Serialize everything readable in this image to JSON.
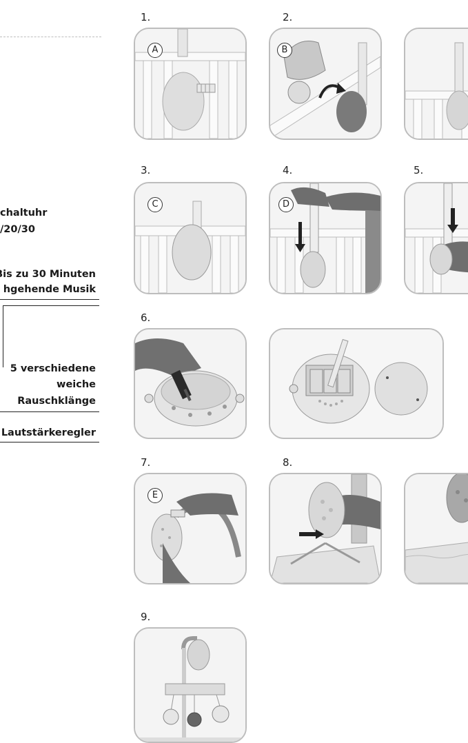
{
  "features": {
    "timer_line1": "chaltuhr",
    "timer_line2": "/20/30",
    "music_line1": "Bis zu 30 Minuten",
    "music_line2": "hgehende Musik",
    "sounds_line1": "5 verschiedene",
    "sounds_line2": "weiche",
    "sounds_line3": "Rauschklänge",
    "volume": "Lautstärkeregler"
  },
  "steps": [
    "1.",
    "2.",
    "3.",
    "4.",
    "5.",
    "6.",
    "7.",
    "8.",
    "9."
  ],
  "badges": [
    "A",
    "B",
    "C",
    "D",
    "E"
  ],
  "icons": {
    "arrow": "arrow-icon",
    "rotate": "rotate-arrow-icon"
  }
}
